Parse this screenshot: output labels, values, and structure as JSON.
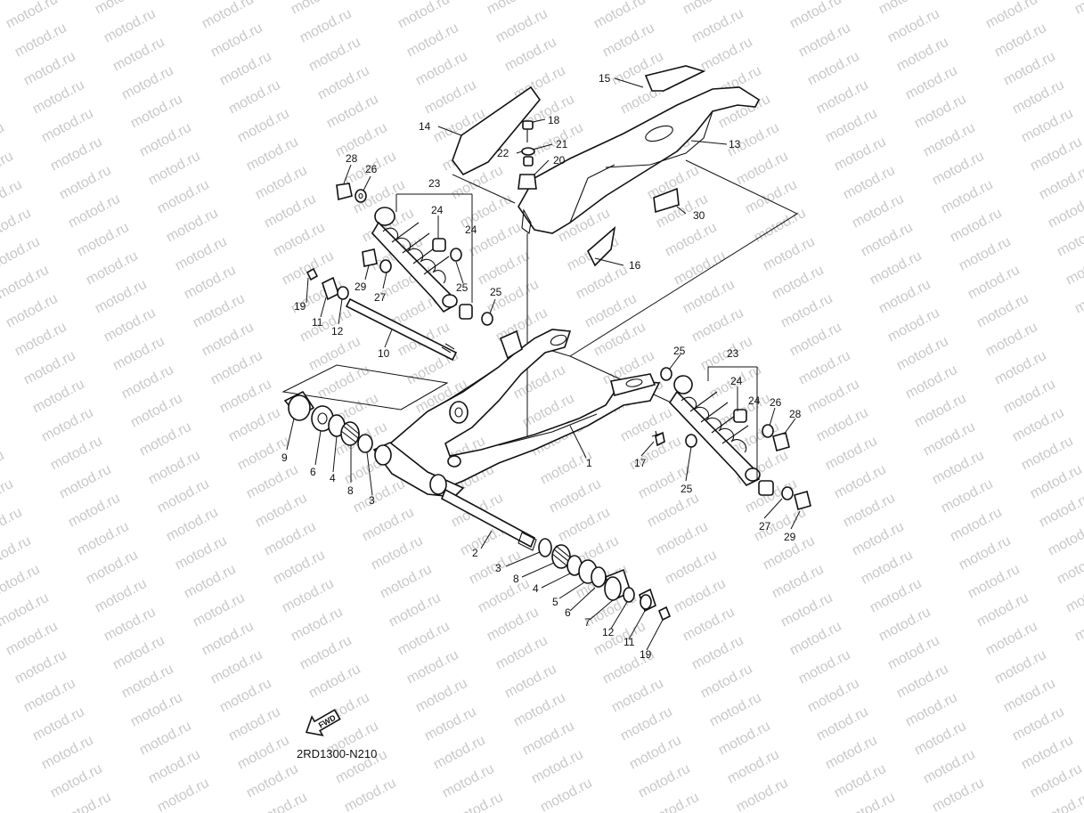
{
  "watermark": {
    "text": "motod.ru",
    "color": "#c9c9c9"
  },
  "diagram": {
    "code": "2RD1300-N210",
    "fwd_label": "FWD",
    "callouts": [
      {
        "id": "c15a",
        "label": "15"
      },
      {
        "id": "c14",
        "label": "14"
      },
      {
        "id": "c18",
        "label": "18"
      },
      {
        "id": "c21",
        "label": "21"
      },
      {
        "id": "c22",
        "label": "22"
      },
      {
        "id": "c20",
        "label": "20"
      },
      {
        "id": "c13",
        "label": "13"
      },
      {
        "id": "c28a",
        "label": "28"
      },
      {
        "id": "c26a",
        "label": "26"
      },
      {
        "id": "c23a",
        "label": "23"
      },
      {
        "id": "c24a",
        "label": "24"
      },
      {
        "id": "c24b",
        "label": "24"
      },
      {
        "id": "c30",
        "label": "30"
      },
      {
        "id": "c16",
        "label": "16"
      },
      {
        "id": "c29a",
        "label": "29"
      },
      {
        "id": "c25a",
        "label": "25"
      },
      {
        "id": "c27a",
        "label": "27"
      },
      {
        "id": "c19a",
        "label": "19"
      },
      {
        "id": "c11a",
        "label": "11"
      },
      {
        "id": "c12a",
        "label": "12"
      },
      {
        "id": "c25b",
        "label": "25"
      },
      {
        "id": "c10",
        "label": "10"
      },
      {
        "id": "c25c",
        "label": "25"
      },
      {
        "id": "c23b",
        "label": "23"
      },
      {
        "id": "c24c",
        "label": "24"
      },
      {
        "id": "c24d",
        "label": "24"
      },
      {
        "id": "c26b",
        "label": "26"
      },
      {
        "id": "c28b",
        "label": "28"
      },
      {
        "id": "c9",
        "label": "9"
      },
      {
        "id": "c6a",
        "label": "6"
      },
      {
        "id": "c4a",
        "label": "4"
      },
      {
        "id": "c8a",
        "label": "8"
      },
      {
        "id": "c3a",
        "label": "3"
      },
      {
        "id": "c1",
        "label": "1"
      },
      {
        "id": "c17",
        "label": "17"
      },
      {
        "id": "c25d",
        "label": "25"
      },
      {
        "id": "c27b",
        "label": "27"
      },
      {
        "id": "c29b",
        "label": "29"
      },
      {
        "id": "c2",
        "label": "2"
      },
      {
        "id": "c3b",
        "label": "3"
      },
      {
        "id": "c8b",
        "label": "8"
      },
      {
        "id": "c4b",
        "label": "4"
      },
      {
        "id": "c5",
        "label": "5"
      },
      {
        "id": "c6b",
        "label": "6"
      },
      {
        "id": "c7",
        "label": "7"
      },
      {
        "id": "c12b",
        "label": "12"
      },
      {
        "id": "c11b",
        "label": "11"
      },
      {
        "id": "c19b",
        "label": "19"
      }
    ]
  }
}
